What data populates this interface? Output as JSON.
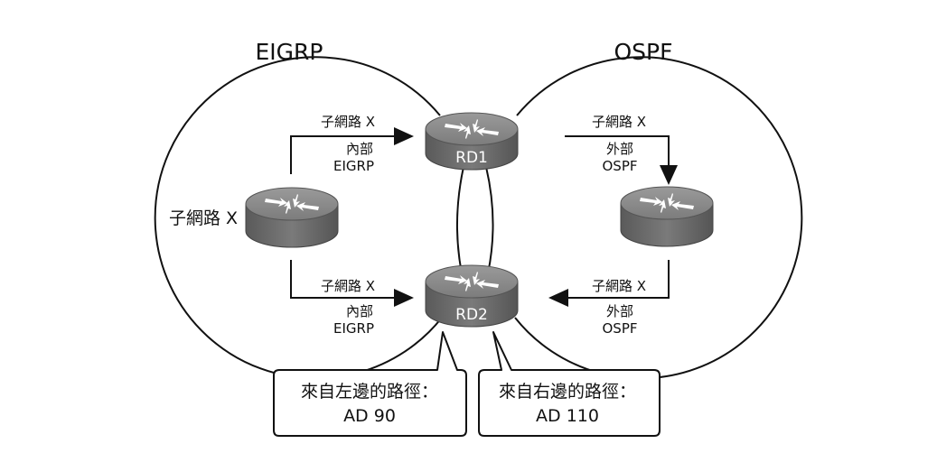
{
  "regions": {
    "left": {
      "title": "EIGRP"
    },
    "right": {
      "title": "OSPF"
    }
  },
  "routers": {
    "rd1": {
      "label": "RD1"
    },
    "rd2": {
      "label": "RD2"
    },
    "source_left_label": "子網路 X"
  },
  "arrows": {
    "left_top": {
      "line1": "子網路 X",
      "line2": "內部",
      "line3": "EIGRP"
    },
    "left_bottom": {
      "line1": "子網路 X",
      "line2": "內部",
      "line3": "EIGRP"
    },
    "right_top": {
      "line1": "子網路 X",
      "line2": "外部",
      "line3": "OSPF"
    },
    "right_bottom": {
      "line1": "子網路 X",
      "line2": "外部",
      "line3": "OSPF"
    }
  },
  "callouts": {
    "left": {
      "line1": "來自左邊的路徑：",
      "line2": "AD 90"
    },
    "right": {
      "line1": "來自右邊的路徑：",
      "line2": "AD 110"
    }
  },
  "colors": {
    "router_body": "#6e6e6e",
    "router_top": "#8a8a8a",
    "line": "#111111"
  }
}
